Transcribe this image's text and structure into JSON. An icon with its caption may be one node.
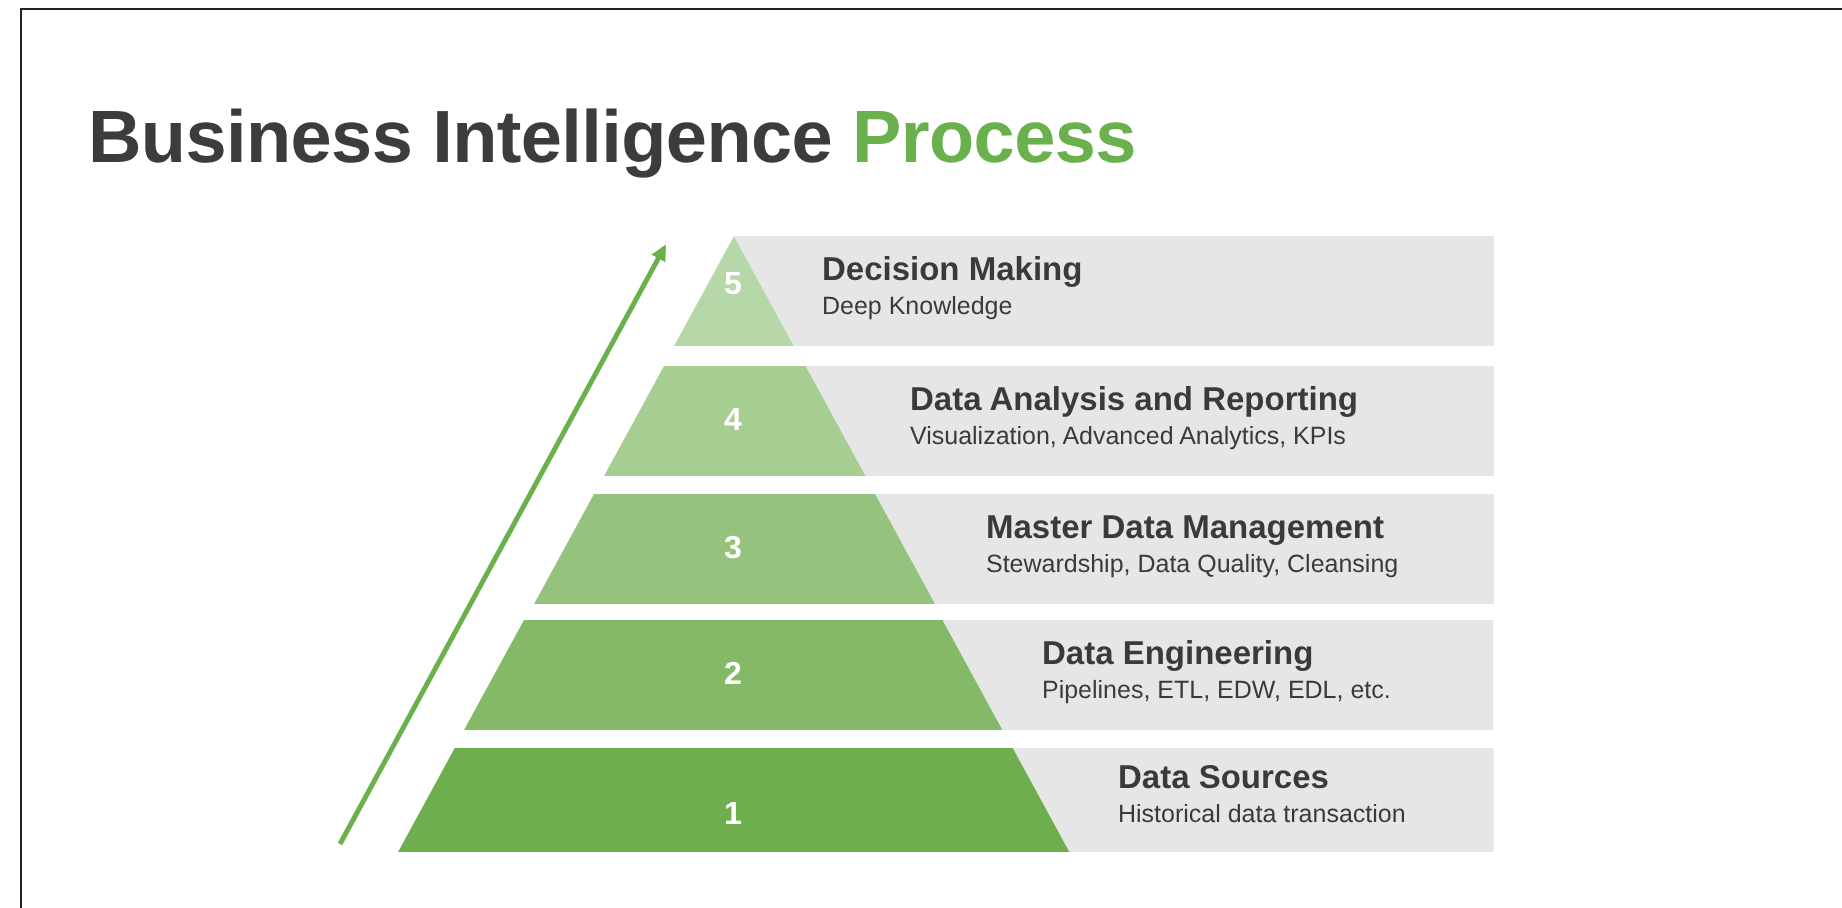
{
  "diagram": {
    "title": "Business Intelligence Process",
    "nodes": [
      {
        "text": [
          "5",
          "Decision Making",
          "Deep Knowledge"
        ]
      },
      {
        "text": [
          "4",
          "Data Analysis and Reporting",
          "Visualization, Advanced Analytics, KPIs"
        ]
      },
      {
        "text": [
          "3",
          "Master Data Management",
          "Stewardship, Data Quality, Cleansing"
        ]
      },
      {
        "text": [
          "2",
          "Data Engineering",
          "Pipelines, ETL, EDW, EDL, etc."
        ]
      },
      {
        "text": [
          "1",
          "Data Sources",
          "Historical data transaction"
        ]
      }
    ]
  }
}
